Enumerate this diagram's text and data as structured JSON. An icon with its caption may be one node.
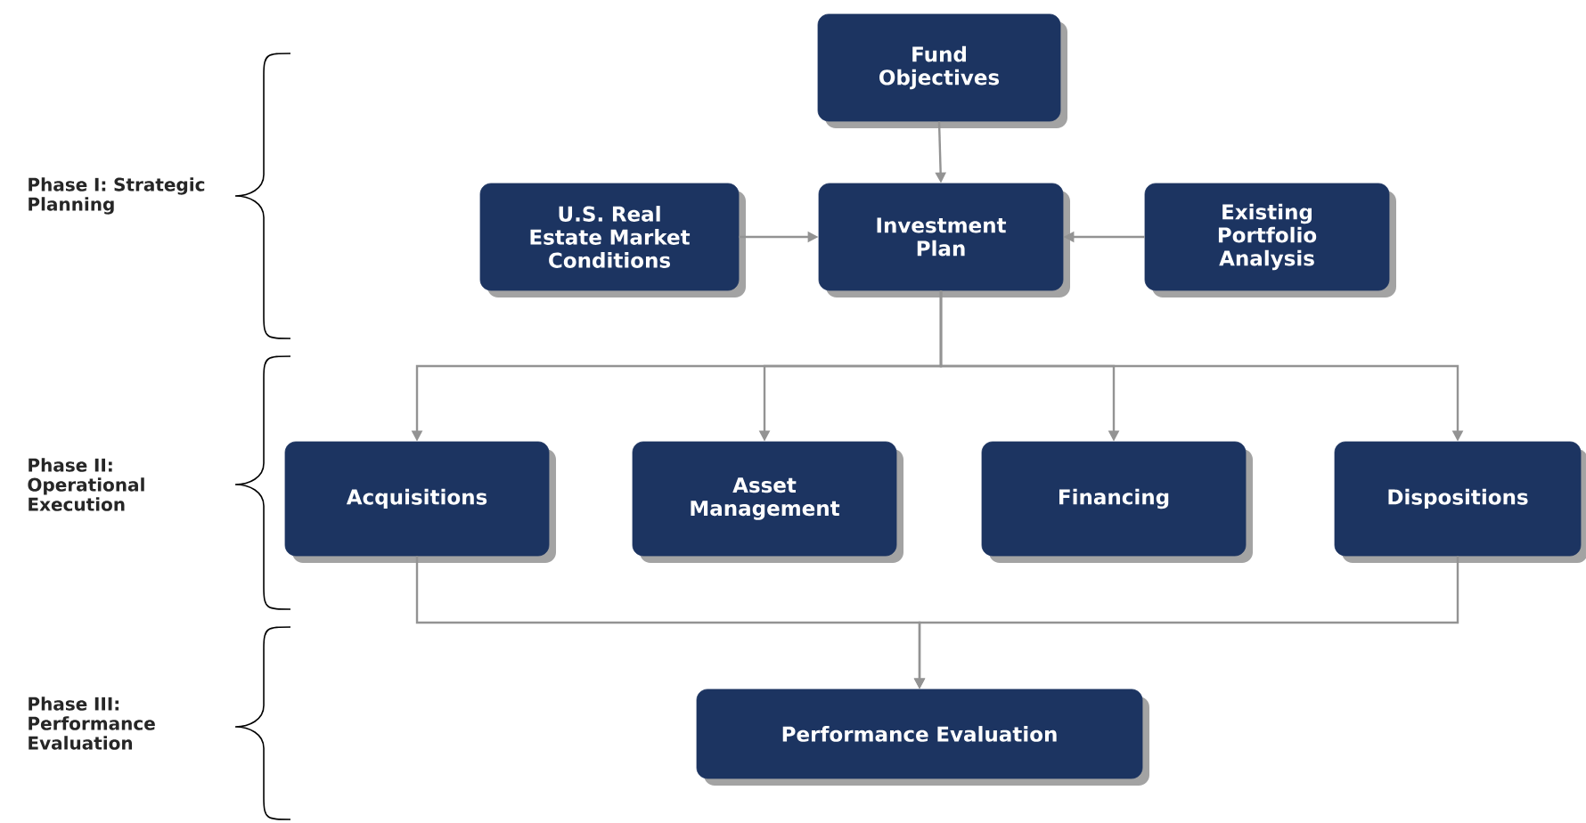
{
  "diagram": {
    "nodes": [
      {
        "text": [
          "Fund Objectives"
        ]
      },
      {
        "text": [
          "U.S. Real Estate Market Conditions"
        ]
      },
      {
        "text": [
          "Investment Plan"
        ]
      },
      {
        "text": [
          "Existing Portfolio Analysis"
        ]
      },
      {
        "text": [
          "Acquisitions"
        ]
      },
      {
        "text": [
          "Asset Management"
        ]
      },
      {
        "text": [
          "Financing"
        ]
      },
      {
        "text": [
          "Dispositions"
        ]
      },
      {
        "text": [
          "Performance Evaluation"
        ]
      }
    ],
    "edges": [
      {
        "from": 0,
        "to": 2,
        "arrow": "to"
      },
      {
        "from": 1,
        "to": 2,
        "arrow": "to"
      },
      {
        "from": 3,
        "to": 2,
        "arrow": "to"
      },
      {
        "from": 2,
        "to": 4,
        "arrow": "to"
      },
      {
        "from": 2,
        "to": 5,
        "arrow": "to"
      },
      {
        "from": 2,
        "to": 6,
        "arrow": "to"
      },
      {
        "from": 2,
        "to": 7,
        "arrow": "to"
      },
      {
        "from": 4,
        "to": 8,
        "arrow": "to"
      },
      {
        "from": 7,
        "to": 8,
        "arrow": "to"
      }
    ],
    "labels": [
      "Phase I: Strategic Planning",
      "Phase II: Operational Execution",
      "Phase III: Performance Evaluation"
    ]
  }
}
